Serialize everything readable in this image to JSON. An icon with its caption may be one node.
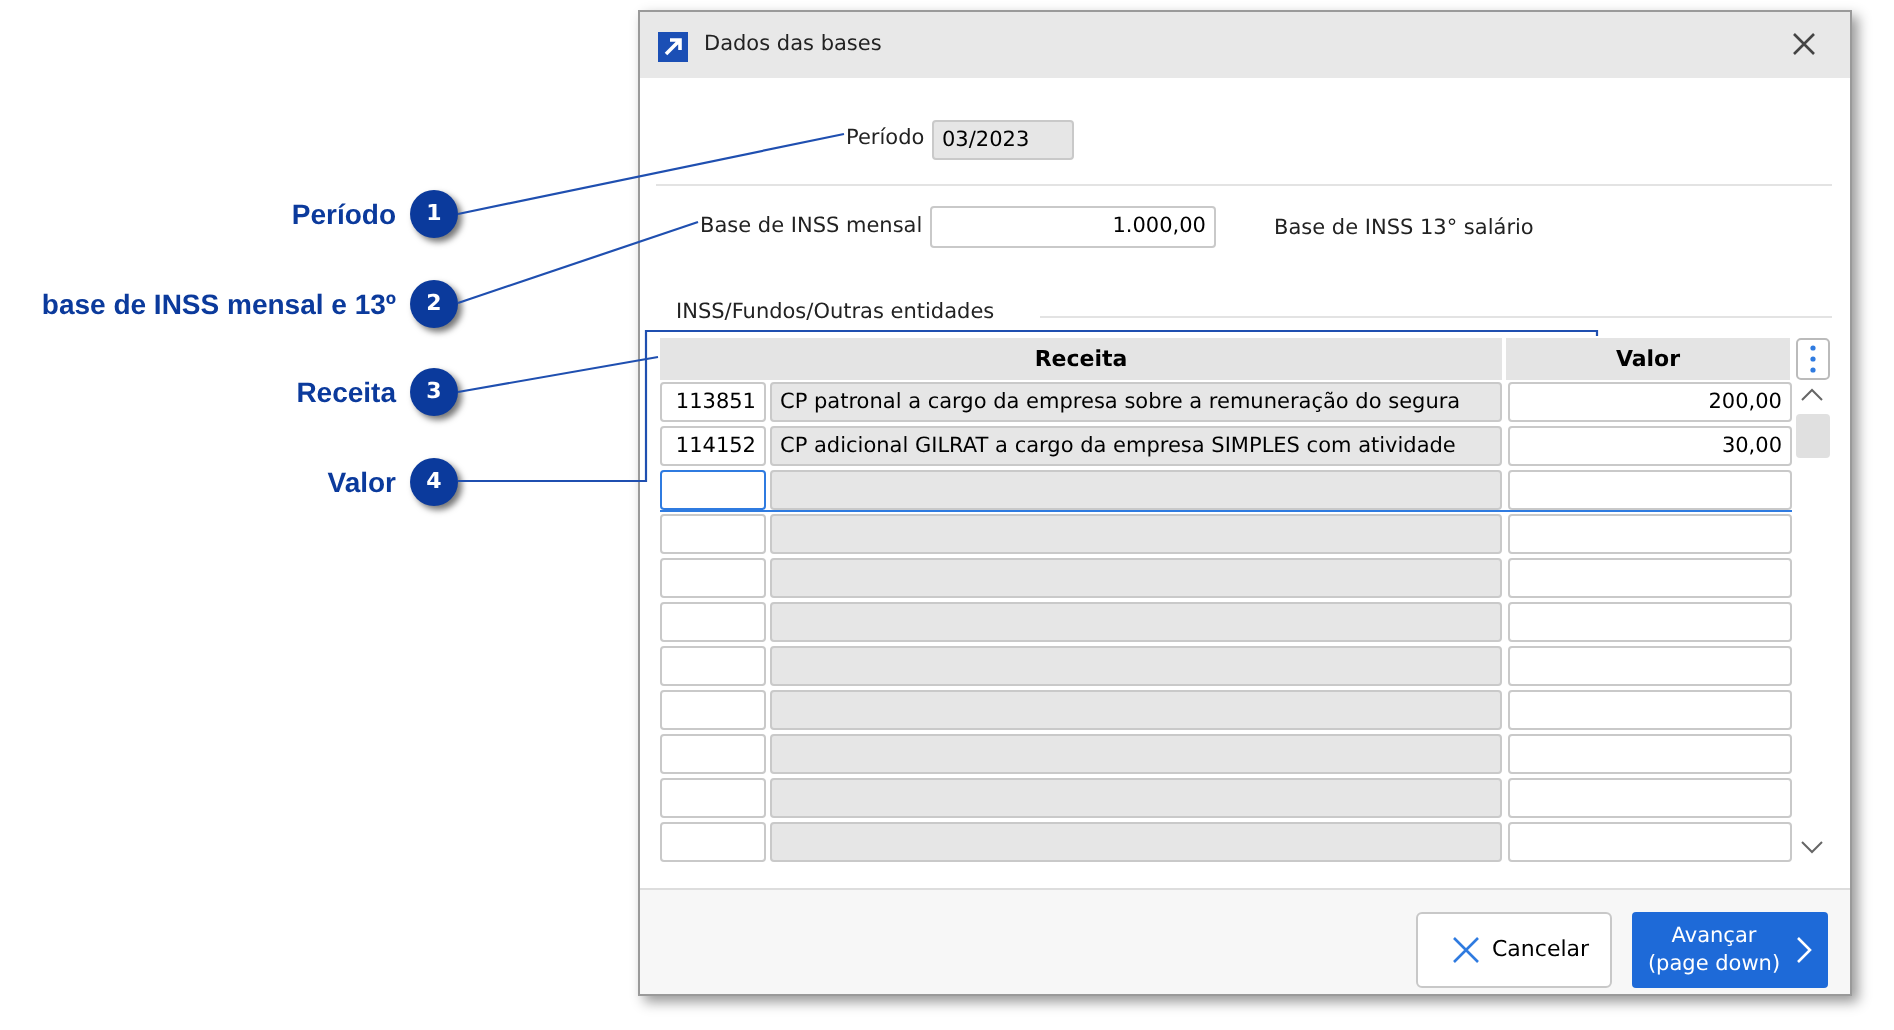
{
  "diagram": {
    "nodes": [
      {
        "text": [
          "Dados das bases"
        ]
      },
      {
        "text": [
          "Período"
        ],
        "in": 0
      },
      {
        "text": [
          "Base de INSS mensal"
        ],
        "in": 0
      },
      {
        "text": [
          "Receita"
        ],
        "in": 0
      },
      {
        "text": [
          "Valor"
        ],
        "in": 0
      },
      {
        "text": [
          "1"
        ],
        "beside": [
          "Período"
        ]
      },
      {
        "text": [
          "2"
        ],
        "beside": [
          "base de INSS mensal e 13º"
        ]
      },
      {
        "text": [
          "3"
        ],
        "beside": [
          "Receita"
        ]
      },
      {
        "text": [
          "4"
        ],
        "beside": [
          "Valor"
        ]
      }
    ],
    "edges": [
      {
        "from": 5,
        "to": 1,
        "arrow": "none"
      },
      {
        "from": 6,
        "to": 2,
        "arrow": "none"
      },
      {
        "from": 7,
        "to": 3,
        "arrow": "none"
      },
      {
        "from": 8,
        "to": 4,
        "arrow": "none"
      }
    ],
    "labels": [
      "03/2023",
      "1.000,00",
      "Base de INSS 13° salário",
      "INSS/Fundos/Outras entidades",
      "113851",
      "CP patronal a cargo da empresa sobre a remuneração do segura",
      "200,00",
      "114152",
      "CP adicional GILRAT a cargo da empresa SIMPLES com atividade",
      "30,00",
      "Cancelar",
      "Avançar (page down)"
    ]
  }
}
